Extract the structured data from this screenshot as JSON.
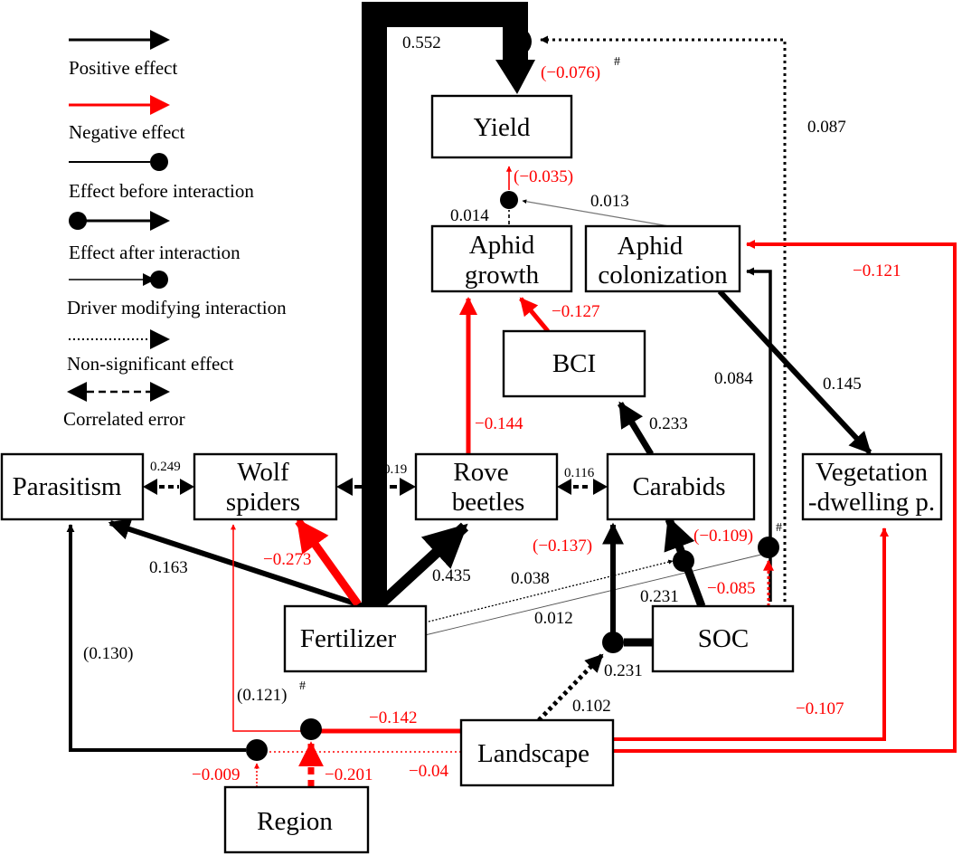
{
  "legend": [
    "Positive effect",
    "Negative effect",
    "Effect before interaction",
    "Effect after interaction",
    "Driver modifying interaction",
    "Non-significant effect",
    "Correlated error"
  ],
  "nodes": {
    "yield": "Yield",
    "aphid_growth_1": "Aphid",
    "aphid_growth_2": "growth",
    "aphid_colonization_1": "Aphid",
    "aphid_colonization_2": "colonization",
    "bci": "BCI",
    "parasitism": "Parasitism",
    "wolf_spiders_1": "Wolf",
    "wolf_spiders_2": "spiders",
    "rove_beetles_1": "Rove",
    "rove_beetles_2": "beetles",
    "carabids": "Carabids",
    "vegetation_1": "Vegetation",
    "vegetation_2": "-dwelling p.",
    "fertilizer": "Fertilizer",
    "soc": "SOC",
    "landscape": "Landscape",
    "region": "Region"
  },
  "coefficients": {
    "fert_yield": "0.552",
    "soc_yield": "(−0.076)",
    "soc_yield_hash": "#",
    "soc_yield_right": "0.087",
    "aphid_yield": "(−0.035)",
    "colon_int": "0.013",
    "growth_int": "0.014",
    "land_colon": "−0.121",
    "bci_growth": "−0.127",
    "rove_growth": "−0.144",
    "soc_colon": "0.084",
    "colon_veg": "0.145",
    "carab_bci": "0.233",
    "para_wolf": "0.249",
    "wolf_rove": "0.19",
    "rove_carab": "0.116",
    "fert_para": "0.163",
    "fert_wolf": "−0.273",
    "fert_rove": "0.435",
    "land_carab": "(−0.137)",
    "soc_carab_int": "(−0.109)",
    "soc_carab_hash": "#",
    "fert_carab_int": "0.038",
    "soc_carab": "0.231",
    "soc_int_mod": "−0.085",
    "fert_soc_int": "0.012",
    "soc_land_int": "0.231",
    "region_para": "(0.130)",
    "region_wolf": "(0.121)",
    "region_wolf_hash": "#",
    "land_soc_int": "0.102",
    "land_wolf": "−0.142",
    "land_veg": "−0.107",
    "region_mod1": "−0.009",
    "region_mod2": "−0.201",
    "land_region": "−0.04"
  },
  "colors": {
    "positive": "#000000",
    "negative": "#ff0000"
  }
}
